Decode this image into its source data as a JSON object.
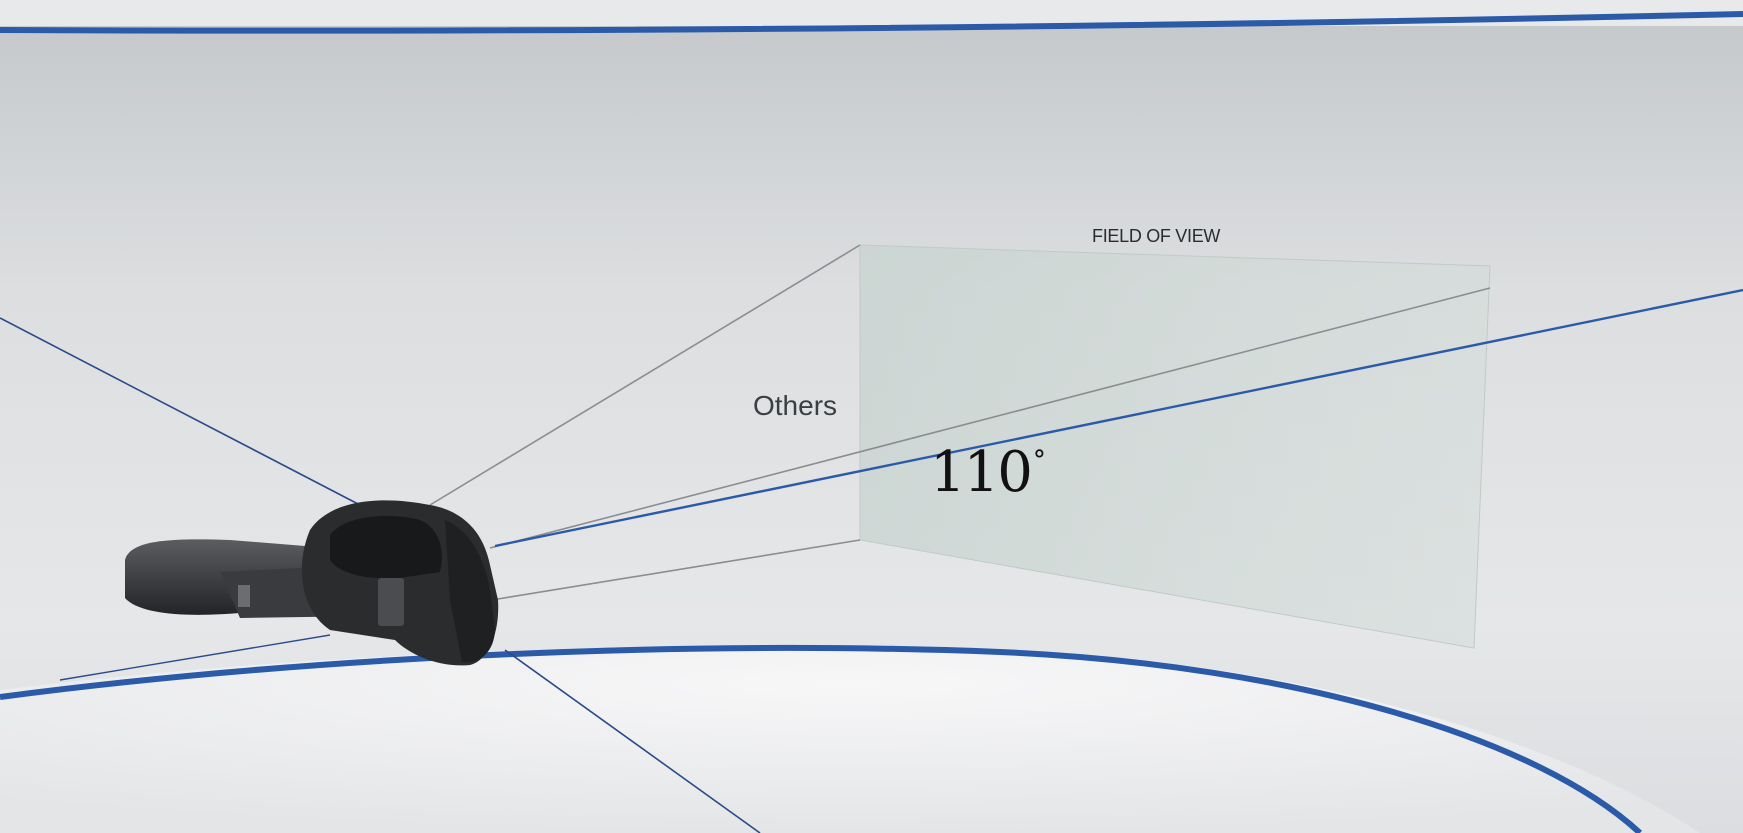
{
  "scene": {
    "fov_title": "FIELD OF VIEW",
    "comparison_label": "Others",
    "fov_angle": "110",
    "degree_symbol": "°"
  },
  "icons": {
    "headset": "vr-headset-icon"
  },
  "colors": {
    "background": "#d3d5d8",
    "floor": "#f0f1f2",
    "accent_blue": "#2a5aa8",
    "fov_panel": "#c9d6d2",
    "headset": "#2b2c2e"
  }
}
